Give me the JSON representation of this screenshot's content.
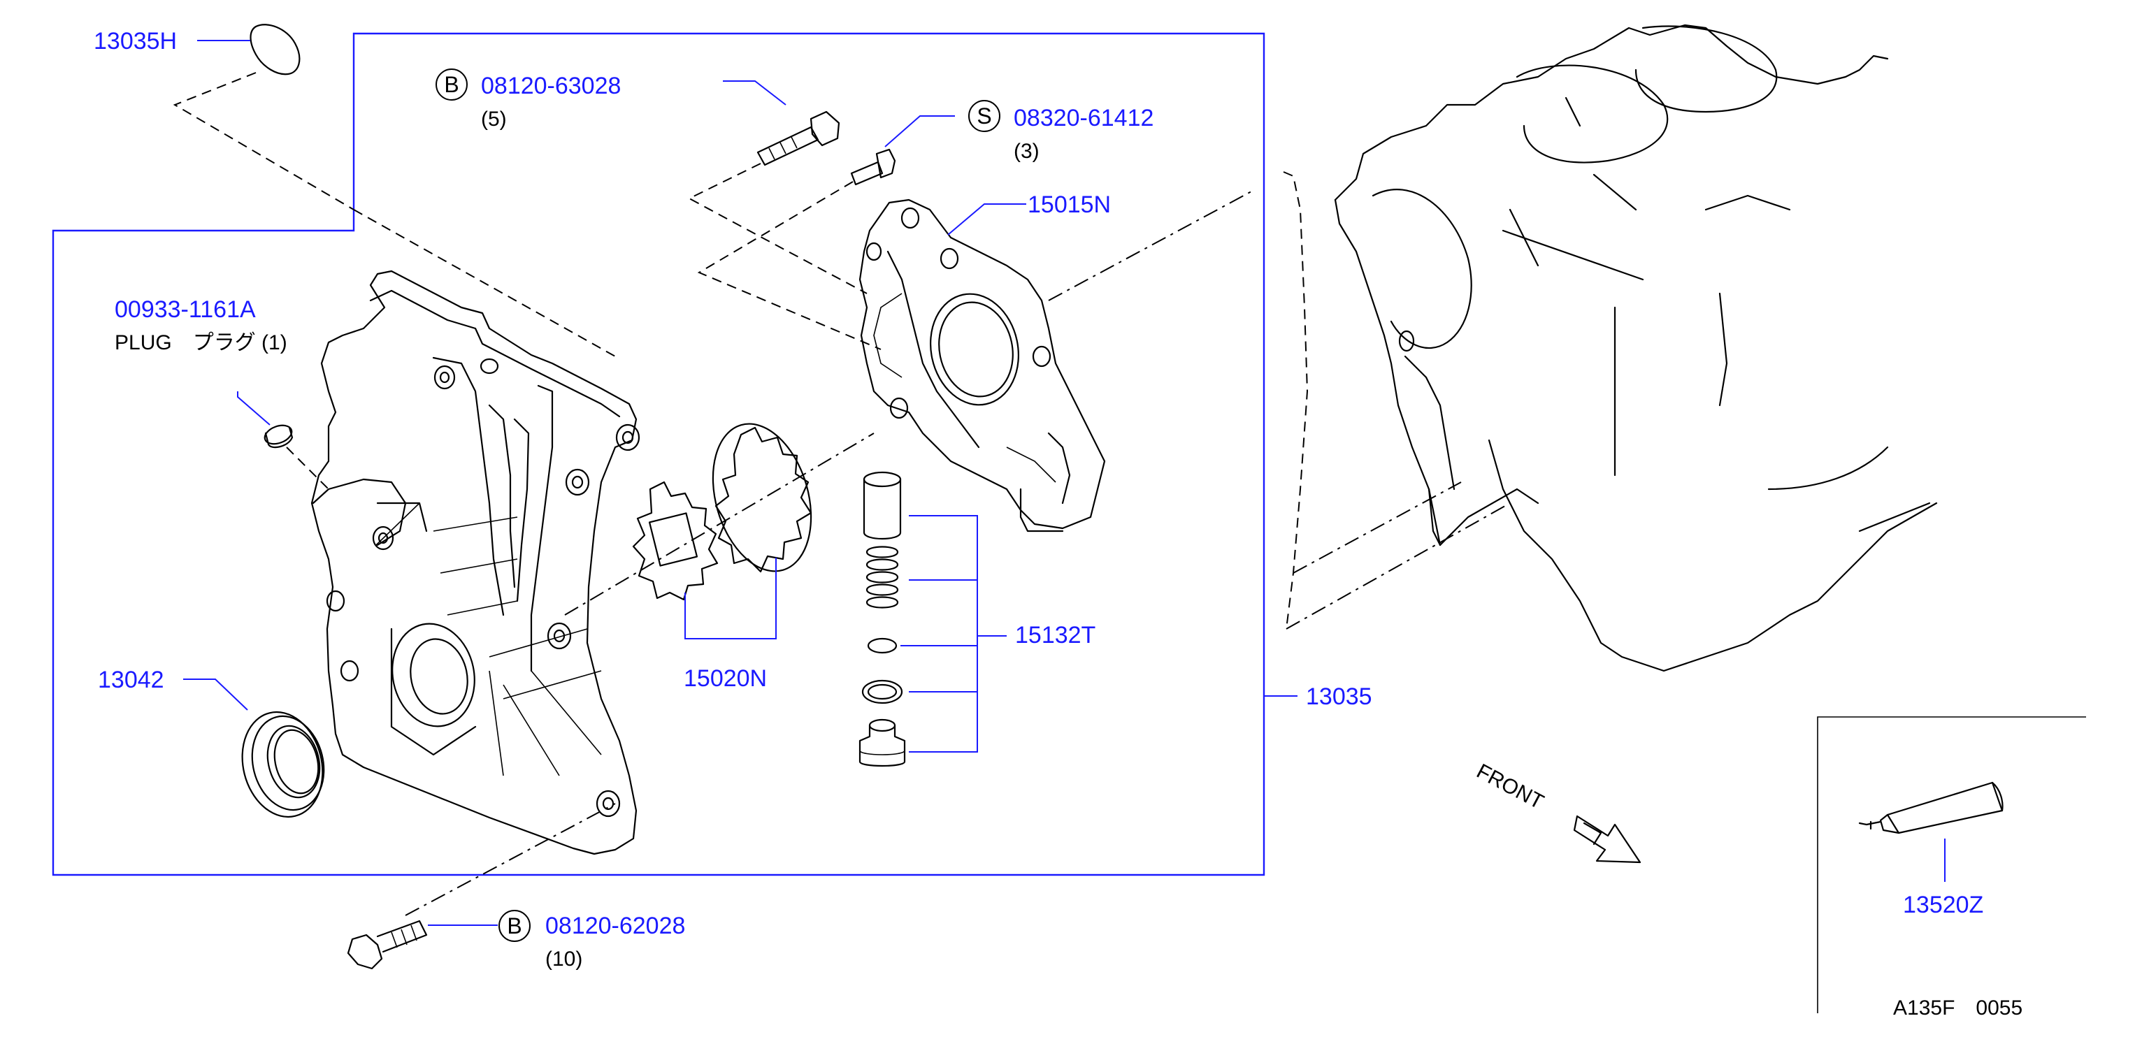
{
  "parts": {
    "p13035H": "13035H",
    "p13035": "13035",
    "p13042": "13042",
    "p00933": "00933-1161A",
    "plug_label": "PLUG　プラグ (1)",
    "p15015N": "15015N",
    "p15020N": "15020N",
    "p15132T": "15132T",
    "p13520Z": "13520Z"
  },
  "fasteners": {
    "bolt_top": {
      "marker": "B",
      "number": "08120-63028",
      "qty": "(5)"
    },
    "screw": {
      "marker": "S",
      "number": "08320-61412",
      "qty": "(3)"
    },
    "bolt_bottom": {
      "marker": "B",
      "number": "08120-62028",
      "qty": "(10)"
    }
  },
  "front_label": "FRONT",
  "figure_code": "A135F　0055",
  "colors": {
    "callout": "#1a1aff",
    "linework": "#000000",
    "background": "#ffffff"
  }
}
